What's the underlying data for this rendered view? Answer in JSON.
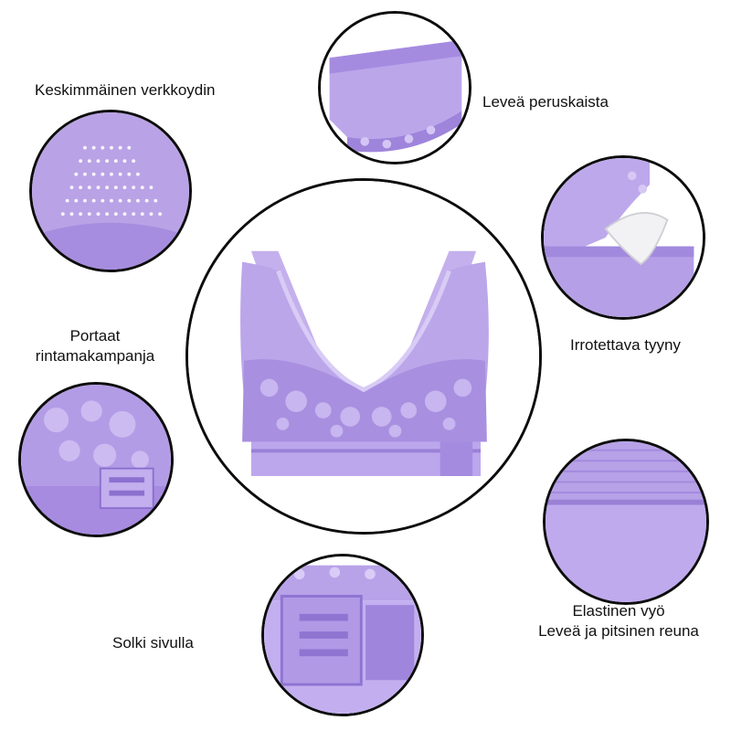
{
  "labels": {
    "mesh_core": "Keskimmäinen verkkoydin",
    "wide_band": "Leveä peruskaista",
    "removable_pad": "Irrotettava tyyny",
    "step_line1": "Portaat",
    "step_line2": "rintamakampanja",
    "elastic_line1": "Elastinen vyö",
    "elastic_line2": "Leveä ja pitsinen reuna",
    "side_buckle": "Solki sivulla"
  },
  "colors": {
    "fabric": "#b9a3e6",
    "fabric_dark": "#9a80d6",
    "fabric_light": "#d6c8f3",
    "outline": "#0d0d0d"
  }
}
